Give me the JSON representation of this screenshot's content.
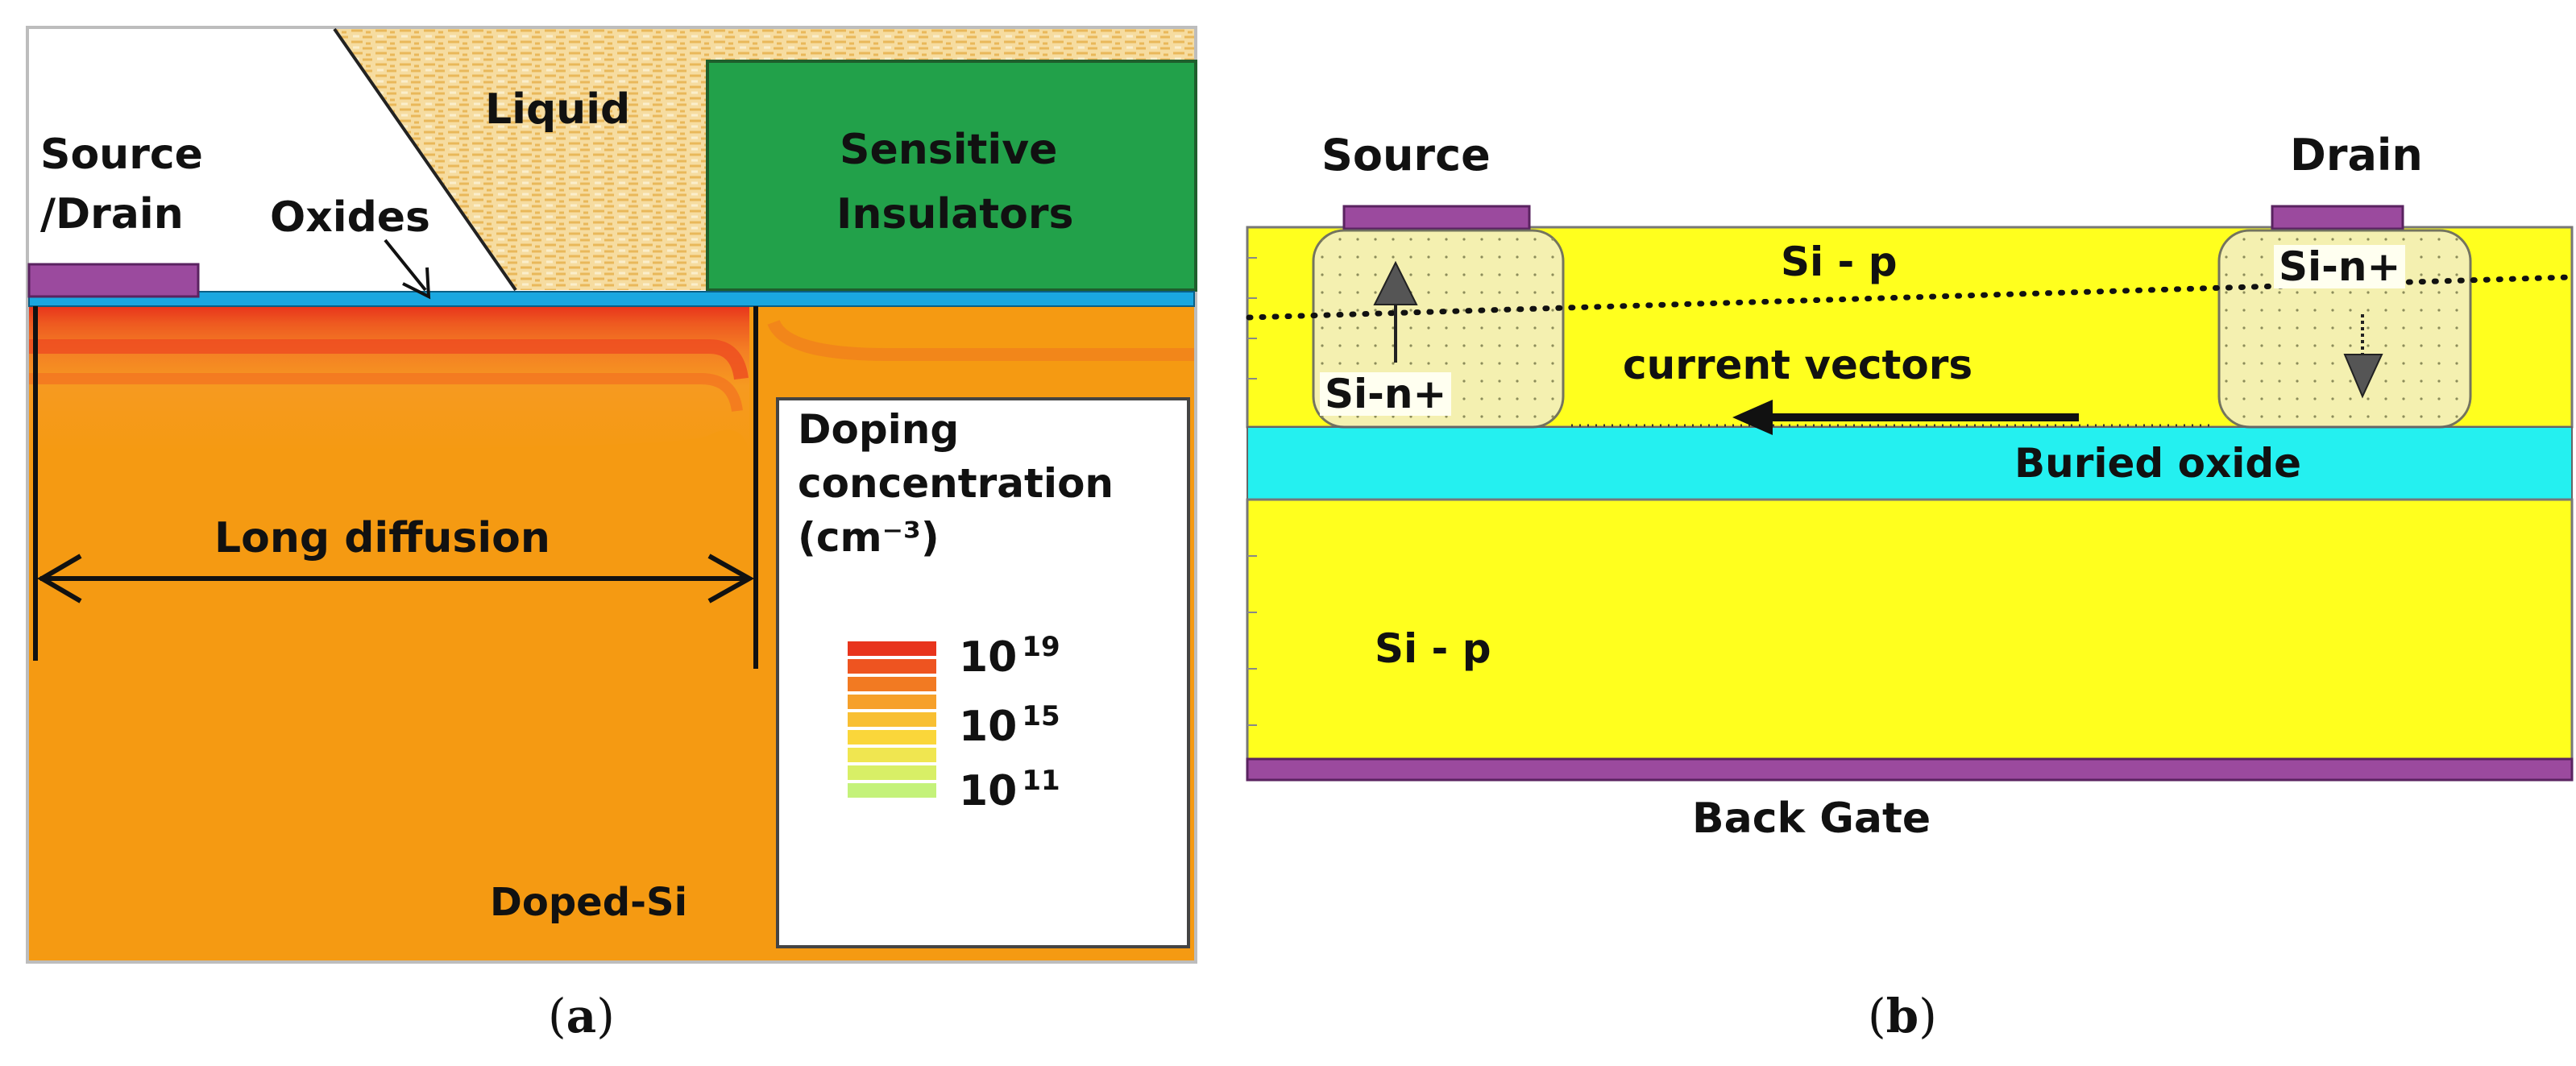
{
  "panel_a": {
    "label_source_drain_1": "Source",
    "label_source_drain_2": "/Drain",
    "label_oxides": "Oxides",
    "label_liquid": "Liquid",
    "label_sensitive_1": "Sensitive",
    "label_sensitive_2": "Insulators",
    "label_long_diffusion": "Long diffusion",
    "label_doped_si": "Doped-Si",
    "legend": {
      "title_1": "Doping",
      "title_2": "concentration",
      "title_3": "(cm⁻³)",
      "tick_base": "10",
      "tick_19": "19",
      "tick_15": "15",
      "tick_11": "11",
      "colors": [
        "#e8341c",
        "#ee5420",
        "#f27a22",
        "#f6a02a",
        "#f8bf32",
        "#fad63a",
        "#f0e650",
        "#d8ef66",
        "#c4f27a"
      ]
    },
    "colors": {
      "substrate": "#f59a12",
      "diffusion_top": "#e8341c",
      "contact": "#9b4a9e",
      "oxide": "#1aa7e0",
      "sensitive": "#22a14a",
      "liquid": "#f5d690"
    }
  },
  "panel_b": {
    "label_source": "Source",
    "label_drain": "Drain",
    "label_si_p_top": "Si - p",
    "label_si_n_left": "Si-n+",
    "label_si_n_right": "Si-n+",
    "label_current_vectors": "current vectors",
    "label_buried_oxide": "Buried oxide",
    "label_si_p_bottom": "Si - p",
    "label_back_gate": "Back Gate",
    "colors": {
      "silicon": "#ffff1e",
      "buried_oxide": "#24f0f0",
      "contact": "#9b4a9e"
    }
  },
  "captions": {
    "a_letter": "a",
    "b_letter": "b"
  }
}
